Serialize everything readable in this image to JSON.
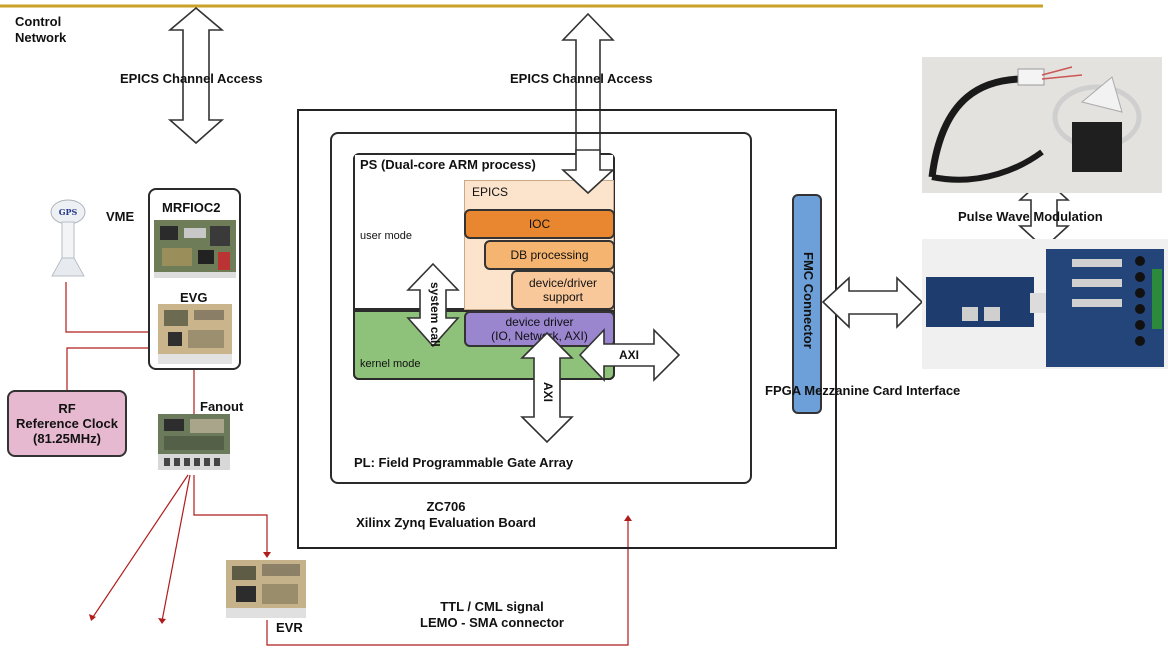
{
  "labels": {
    "control_network": "Control\nNetwork",
    "epics_ca_left": "EPICS Channel Access",
    "epics_ca_right": "EPICS Channel Access",
    "vme": "VME",
    "mrfioc2": "MRFIOC2",
    "evg": "EVG",
    "rf_clock": "RF\nReference Clock\n(81.25MHz)",
    "fanout": "Fanout",
    "evr": "EVR",
    "ttl_signal": "TTL / CML signal\nLEMO - SMA connector",
    "ps_title": "PS (Dual-core ARM process)",
    "user_mode": "user mode",
    "kernel_mode": "kernel mode",
    "system_call": "system call",
    "epics": "EPICS",
    "ioc": "IOC",
    "db_processing": "DB processing",
    "device_driver_support": "device/driver\nsupport",
    "device_driver": "device driver\n(IO, Network, AXI)",
    "axi_vertical": "AXI",
    "axi_horizontal": "AXI",
    "pl_title": "PL: Field Programmable Gate Array",
    "board": "ZC706\nXilinx Zynq Evaluation Board",
    "fmc_connector": "FMC Connector",
    "fmc_interface": "FPGA Mezzanine Card Interface",
    "pwm": "Pulse Wave Modulation",
    "gps": "GPS"
  },
  "colors": {
    "network_line": "#c9a227",
    "signal_line": "#b01c1c",
    "rf_fill": "#e6b9d0",
    "epics_fill": "#fbe3cc",
    "ioc_fill": "#e8872f",
    "db_fill": "#f5b570",
    "support_fill": "#f8c89a",
    "driver_fill": "#9a85cf",
    "kernel_fill": "#8ec27a",
    "fmc_fill": "#6d9fd8"
  }
}
